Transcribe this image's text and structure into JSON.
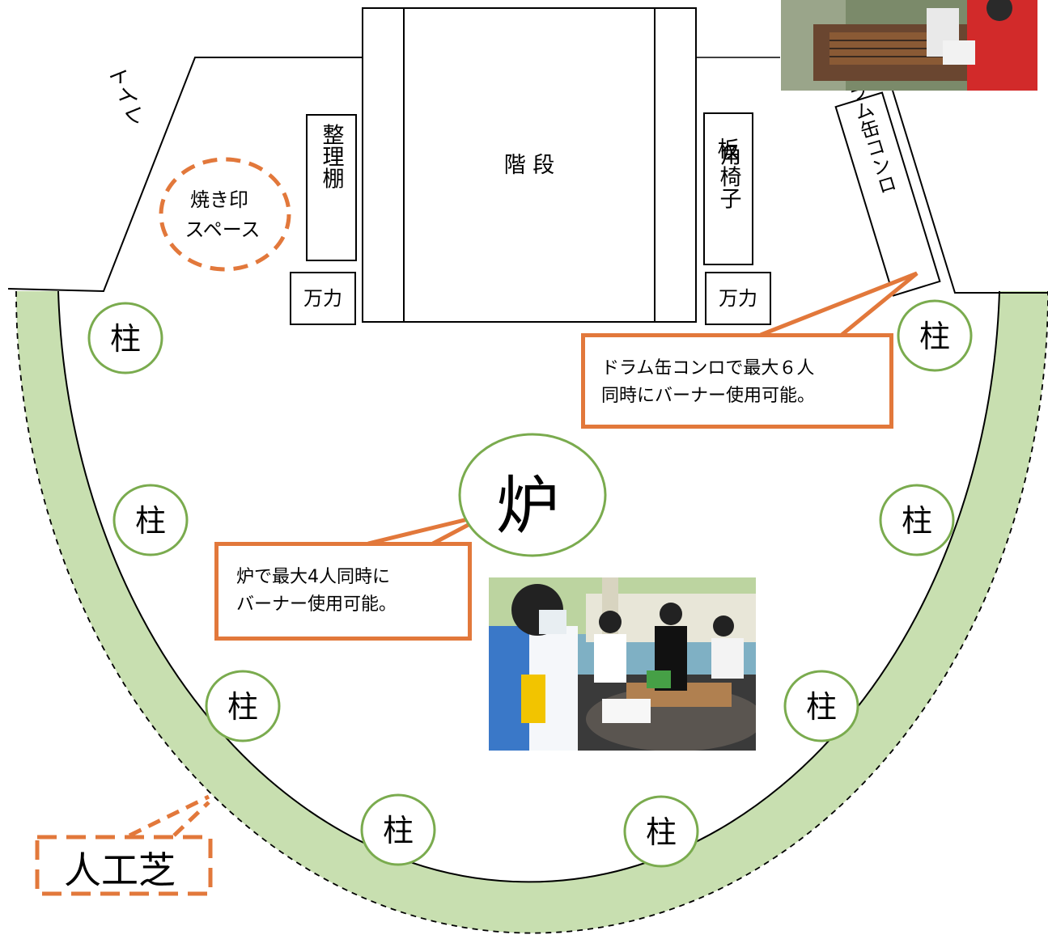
{
  "labels": {
    "toilet": "トイレ",
    "branding_space_line1": "焼き印",
    "branding_space_line2": "スペース",
    "shelf": "整理棚",
    "stairs": "階 段",
    "boards_chairs_line1": "板",
    "boards_chairs_line2": "角椅子",
    "vise_left": "万力",
    "vise_right": "万力",
    "drum_stove": "ドラム缶コンロ",
    "furnace": "炉",
    "pillar": "柱",
    "turf": "人工芝"
  },
  "callouts": {
    "drum_stove_note": "ドラム缶コンロで最大６人\n同時にバーナー使用可能。",
    "furnace_note": "炉で最大4人同時に\nバーナー使用可能。"
  },
  "photos": {
    "top_right": "photo-grill-branding",
    "center": "photo-students-burner"
  },
  "colors": {
    "accent_orange": "#e2783b",
    "pillar_green": "#7aab4e",
    "turf_green": "#c8dfb0"
  }
}
